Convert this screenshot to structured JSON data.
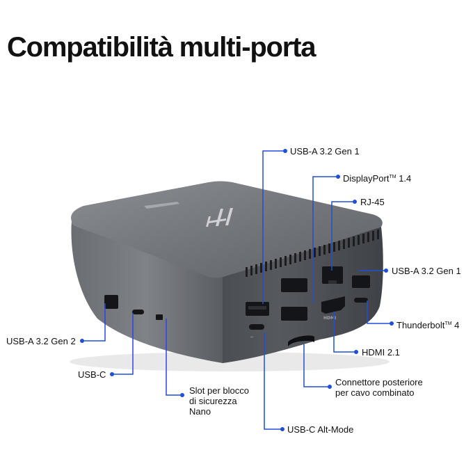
{
  "title": "Compatibilità multi-porta",
  "colors": {
    "callout": "#1f4fd6",
    "device": "#5b5e63",
    "text": "#111111"
  },
  "labels": {
    "usb_a_top": "USB-A 3.2 Gen 1",
    "displayport": "DisplayPort",
    "displayport_tm": "TM",
    "displayport_ver": " 1.4",
    "rj45": "RJ-45",
    "usb_a_right": "USB-A 3.2 Gen 1",
    "thunderbolt": "Thunderbolt",
    "thunderbolt_tm": "TM",
    "thunderbolt_ver": " 4",
    "hdmi": "HDMI 2.1",
    "rear_connector": "Connettore posteriore\nper cavo combinato",
    "usb_c_alt": "USB-C Alt-Mode",
    "usb_a_gen2": "USB-A 3.2 Gen 2",
    "usb_c": "USB-C",
    "nano_lock": "Slot per blocco\ndi sicurezza\nNano"
  },
  "port_markings": {
    "hdmi": "HDMI"
  }
}
